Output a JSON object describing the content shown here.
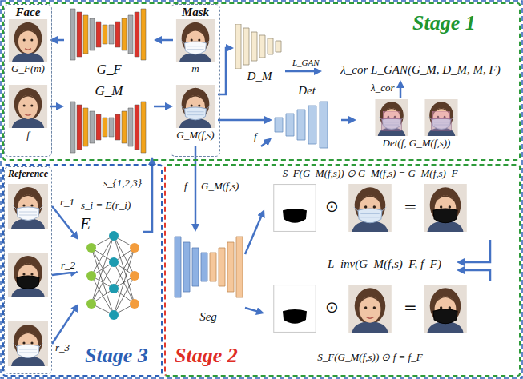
{
  "diagram": {
    "nodes": [
      {
        "text": [
          "Stage 1"
        ]
      },
      {
        "text": [
          "Face"
        ],
        "in": 0
      },
      {
        "text": [
          "G_F(m)"
        ],
        "in": 1
      },
      {
        "text": [
          "f"
        ],
        "in": 1
      },
      {
        "text": [
          "G_F"
        ],
        "in": 0
      },
      {
        "text": [
          "G_M"
        ],
        "in": 0
      },
      {
        "text": [
          "Mask"
        ],
        "in": 0
      },
      {
        "text": [
          "m"
        ],
        "in": 6
      },
      {
        "text": [
          "G_M(f,s)"
        ],
        "in": 6
      },
      {
        "text": [
          "D_M"
        ],
        "in": 0
      },
      {
        "text": [
          "λ_cor L_GAN(G_M, D_M, M, F)"
        ],
        "in": 0
      },
      {
        "text": [
          "Det"
        ],
        "in": 0
      },
      {
        "text": [
          "Det(f, G_M(f,s))"
        ],
        "in": 0
      },
      {
        "text": [
          "Stage 3"
        ]
      },
      {
        "text": [
          "Reference"
        ],
        "in": 13
      },
      {
        "text": [
          "E"
        ],
        "in": 13
      },
      {
        "text": [
          "Stage 2"
        ]
      },
      {
        "text": [
          "Seg"
        ],
        "in": 16
      },
      {
        "text": [
          "S_F(G_M(f,s)) ⊙ G_M(f,s) = G_M(f,s)_F"
        ],
        "in": 16
      },
      {
        "text": [
          "L_inv(G_M(f,s)_F, f_F)"
        ],
        "in": 16
      },
      {
        "text": [
          "S_F(G_M(f,s)) ⊙ f = f_F"
        ],
        "in": 16
      }
    ],
    "edges": [
      {
        "from": 7,
        "to": 4,
        "arrow": "to"
      },
      {
        "from": 4,
        "to": 2,
        "arrow": "to"
      },
      {
        "from": 3,
        "to": 5,
        "arrow": "to"
      },
      {
        "from": 5,
        "to": 8,
        "arrow": "to"
      },
      {
        "from": 8,
        "to": 9,
        "arrow": "to"
      },
      {
        "from": 8,
        "to": 11,
        "arrow": "to"
      },
      {
        "from": 11,
        "to": 12,
        "arrow": "to"
      },
      {
        "from": 12,
        "to": 10,
        "label": "λ_cor",
        "arrow": "to"
      },
      {
        "from": 9,
        "to": 10,
        "label": "L_GAN",
        "arrow": "to"
      },
      {
        "from": 14,
        "to": 15,
        "label": "r_1",
        "arrow": "to"
      },
      {
        "from": 14,
        "to": 15,
        "label": "r_2",
        "arrow": "to"
      },
      {
        "from": 14,
        "to": 15,
        "label": "r_3",
        "arrow": "to"
      },
      {
        "from": 15,
        "to": 5,
        "label": "s_{1,2,3}",
        "arrow": "to"
      },
      {
        "from": 8,
        "to": 17,
        "label": "G_M(f,s)",
        "arrow": "to"
      },
      {
        "from": 17,
        "to": 18,
        "arrow": "to"
      },
      {
        "from": 17,
        "to": 20,
        "arrow": "to"
      },
      {
        "from": 18,
        "to": 19,
        "arrow": "to"
      },
      {
        "from": 20,
        "to": 19,
        "arrow": "to"
      }
    ],
    "labels": [
      "f",
      "f",
      "s_i = E(r_i)",
      "⊙",
      "=",
      "⊙",
      "="
    ]
  }
}
